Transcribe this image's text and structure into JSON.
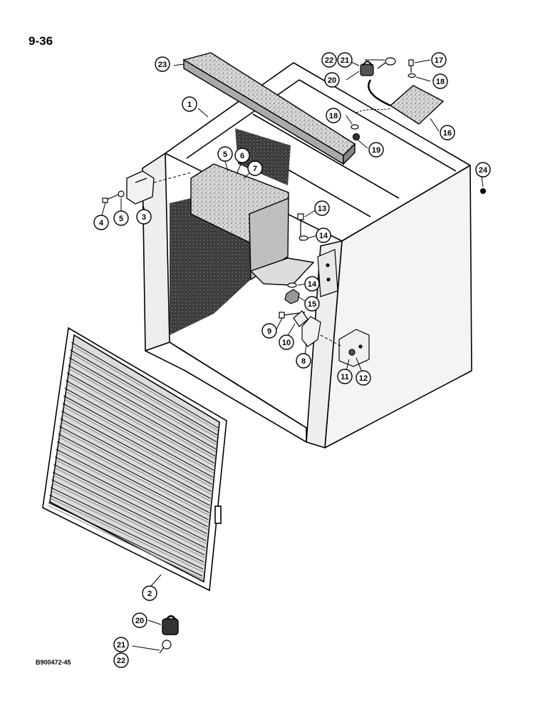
{
  "page": {
    "number": "9-36",
    "figure_id": "B900472-45"
  },
  "callouts": [
    "1",
    "2",
    "3",
    "4",
    "5",
    "5",
    "6",
    "7",
    "8",
    "9",
    "10",
    "11",
    "12",
    "13",
    "14",
    "14",
    "15",
    "16",
    "17",
    "18",
    "18",
    "19",
    "20",
    "20",
    "21",
    "21",
    "22",
    "22",
    "23",
    "24"
  ],
  "colors": {
    "ink": "#000000",
    "paper": "#ffffff",
    "shade_dark": "#3a3a3a",
    "shade_mid": "#8a8a8a",
    "shade_light": "#cfcfcf"
  }
}
